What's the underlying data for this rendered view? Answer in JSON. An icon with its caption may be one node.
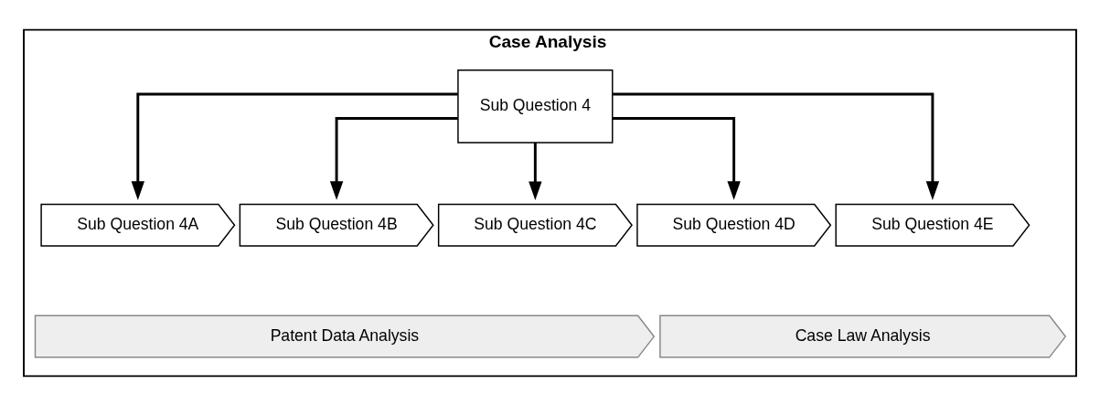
{
  "diagram": {
    "nodes": [
      {
        "text": [
          "Case Analysis"
        ]
      },
      {
        "text": [
          "Sub Question 4"
        ],
        "in": 0
      },
      {
        "text": [
          "Sub Question 4A"
        ],
        "in": 0
      },
      {
        "text": [
          "Sub Question 4B"
        ],
        "in": 0
      },
      {
        "text": [
          "Sub Question 4C"
        ],
        "in": 0
      },
      {
        "text": [
          "Sub Question 4D"
        ],
        "in": 0
      },
      {
        "text": [
          "Sub Question 4E"
        ],
        "in": 0
      },
      {
        "text": [
          "Patent Data Analysis"
        ],
        "in": 0
      },
      {
        "text": [
          "Case Law Analysis"
        ],
        "in": 0
      }
    ],
    "edges": [
      {
        "from": 1,
        "to": 2,
        "arrow": "to"
      },
      {
        "from": 1,
        "to": 3,
        "arrow": "to"
      },
      {
        "from": 1,
        "to": 4,
        "arrow": "to"
      },
      {
        "from": 1,
        "to": 5,
        "arrow": "to"
      },
      {
        "from": 1,
        "to": 6,
        "arrow": "to"
      }
    ]
  }
}
